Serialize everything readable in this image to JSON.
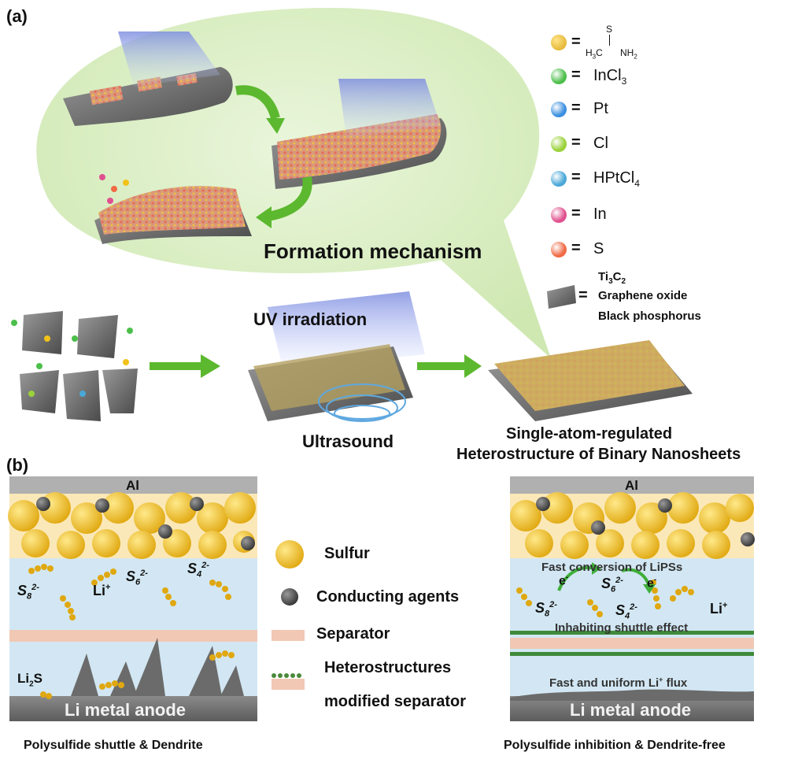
{
  "panel_a": {
    "label": "(a)",
    "formation_title": "Formation mechanism",
    "uv_label": "UV irradiation",
    "ultrasound_label": "Ultrasound",
    "product_line1": "Single-atom-regulated",
    "product_line2": "Heterostructure of Binary Nanosheets",
    "legend": {
      "thioacetamide": {
        "h3c": "H",
        "h3c_sub": "3",
        "c": "C",
        "s": "S",
        "nh": "NH",
        "nh_sub": "2"
      },
      "items": [
        {
          "label": "InCl",
          "sub": "3",
          "color": "#4cbf4a"
        },
        {
          "label": "Pt",
          "sub": "",
          "color": "#3a8fe0"
        },
        {
          "label": "Cl",
          "sub": "",
          "color": "#9ad23a"
        },
        {
          "label": "HPtCl",
          "sub": "4",
          "color": "#4aa8d8"
        },
        {
          "label": "In",
          "sub": "",
          "color": "#e0508f"
        },
        {
          "label": "S",
          "sub": "",
          "color": "#ef6a45"
        }
      ],
      "support_1": "Ti",
      "support_1_sub_a": "3",
      "support_1_mid": "C",
      "support_1_sub_b": "2",
      "support_2": "Graphene oxide",
      "support_3": "Black phosphorus",
      "equals": "="
    }
  },
  "panel_b": {
    "label": "(b)",
    "left": {
      "top_label": "Al",
      "anode_label": "Li metal anode",
      "caption": "Polysulfide shuttle & Dendrite",
      "li_plus": "Li",
      "li2s": "Li",
      "li2s_sub": "2",
      "li2s_s": "S",
      "s8": "S",
      "s8_sub": "8",
      "s8_sup": "2-",
      "s6": "S",
      "s6_sub": "6",
      "s6_sup": "2-",
      "s4": "S",
      "s4_sub": "4",
      "s4_sup": "2-"
    },
    "right": {
      "top_label": "Al",
      "anode_label": "Li metal anode",
      "caption": "Polysulfide inhibition & Dendrite-free",
      "fast_conversion": "Fast conversion of LiPSs",
      "inhibiting": "Inhabiting shuttle effect",
      "flux": "Fast and uniform Li",
      "flux_tail": " flux",
      "electron": "e",
      "li_plus": "Li"
    },
    "legend": {
      "sulfur": "Sulfur",
      "conducting": "Conducting agents",
      "separator": "Separator",
      "hetero_1": "Heterostructures",
      "hetero_2": "modified separator"
    }
  },
  "colors": {
    "bubble": "#d8eec0",
    "arrow_green": "#5cb82e",
    "sulfur": "#f2c21a",
    "electrolyte": "#cfe6f2",
    "separator": "#f0c8b4",
    "anode": "#777777",
    "al": "#b0b0b0"
  }
}
